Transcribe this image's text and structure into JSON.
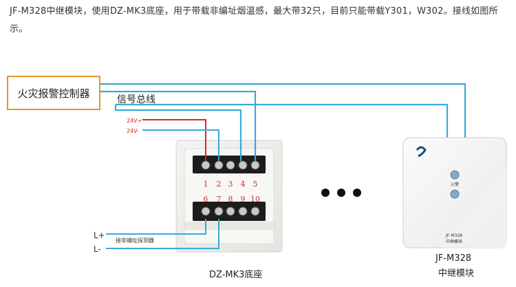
{
  "description": "JF-M328中继模块，使用DZ-MK3底座，用于带载非编址烟温感，最大带32只，目前只能带载Y301，W302。接线如图所示。",
  "controller_label": "火灾报警控制器",
  "bus_label": "信号总线",
  "power_labels": {
    "plus": "24V+",
    "minus": "24V-"
  },
  "terminals_top": [
    "1",
    "2",
    "3",
    "4",
    "5"
  ],
  "terminals_bottom": [
    "6",
    "7",
    "8",
    "9",
    "10"
  ],
  "loop_labels": {
    "plus": "L+",
    "minus": "L-"
  },
  "detector_label": "接非编址探测器",
  "base_label": "DZ-MK3底座",
  "module_label_line1": "JF-M328",
  "module_label_line2": "中继模块",
  "module_face": {
    "model": "JF-M328",
    "name": "中继模块",
    "indicator": "火警"
  },
  "colors": {
    "wire": "#3aa9d8",
    "power": "#d9262b",
    "frame": "#e8942a"
  }
}
